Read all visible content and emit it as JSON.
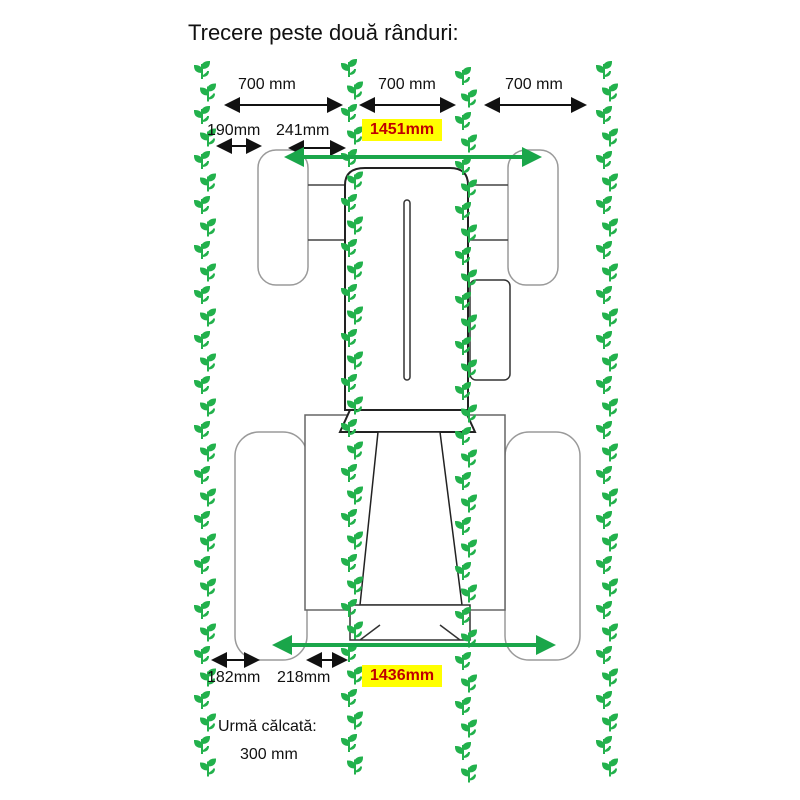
{
  "title": "Trecere peste două rânduri:",
  "row_spacing": [
    "700 mm",
    "700 mm",
    "700 mm"
  ],
  "front": {
    "left_margin": "190mm",
    "inner_gap": "241mm",
    "track_width": "1451mm"
  },
  "rear": {
    "left_margin": "182mm",
    "inner_gap": "218mm",
    "track_width": "1436mm"
  },
  "footprint": {
    "label": "Urmă călcată:",
    "value": "300 mm"
  },
  "colors": {
    "plant": "#22b14c",
    "arrow_track": "#1aa64a",
    "highlight": "#ffff00",
    "highlight_text": "#c00000",
    "tractor": "#9a9a9a"
  }
}
